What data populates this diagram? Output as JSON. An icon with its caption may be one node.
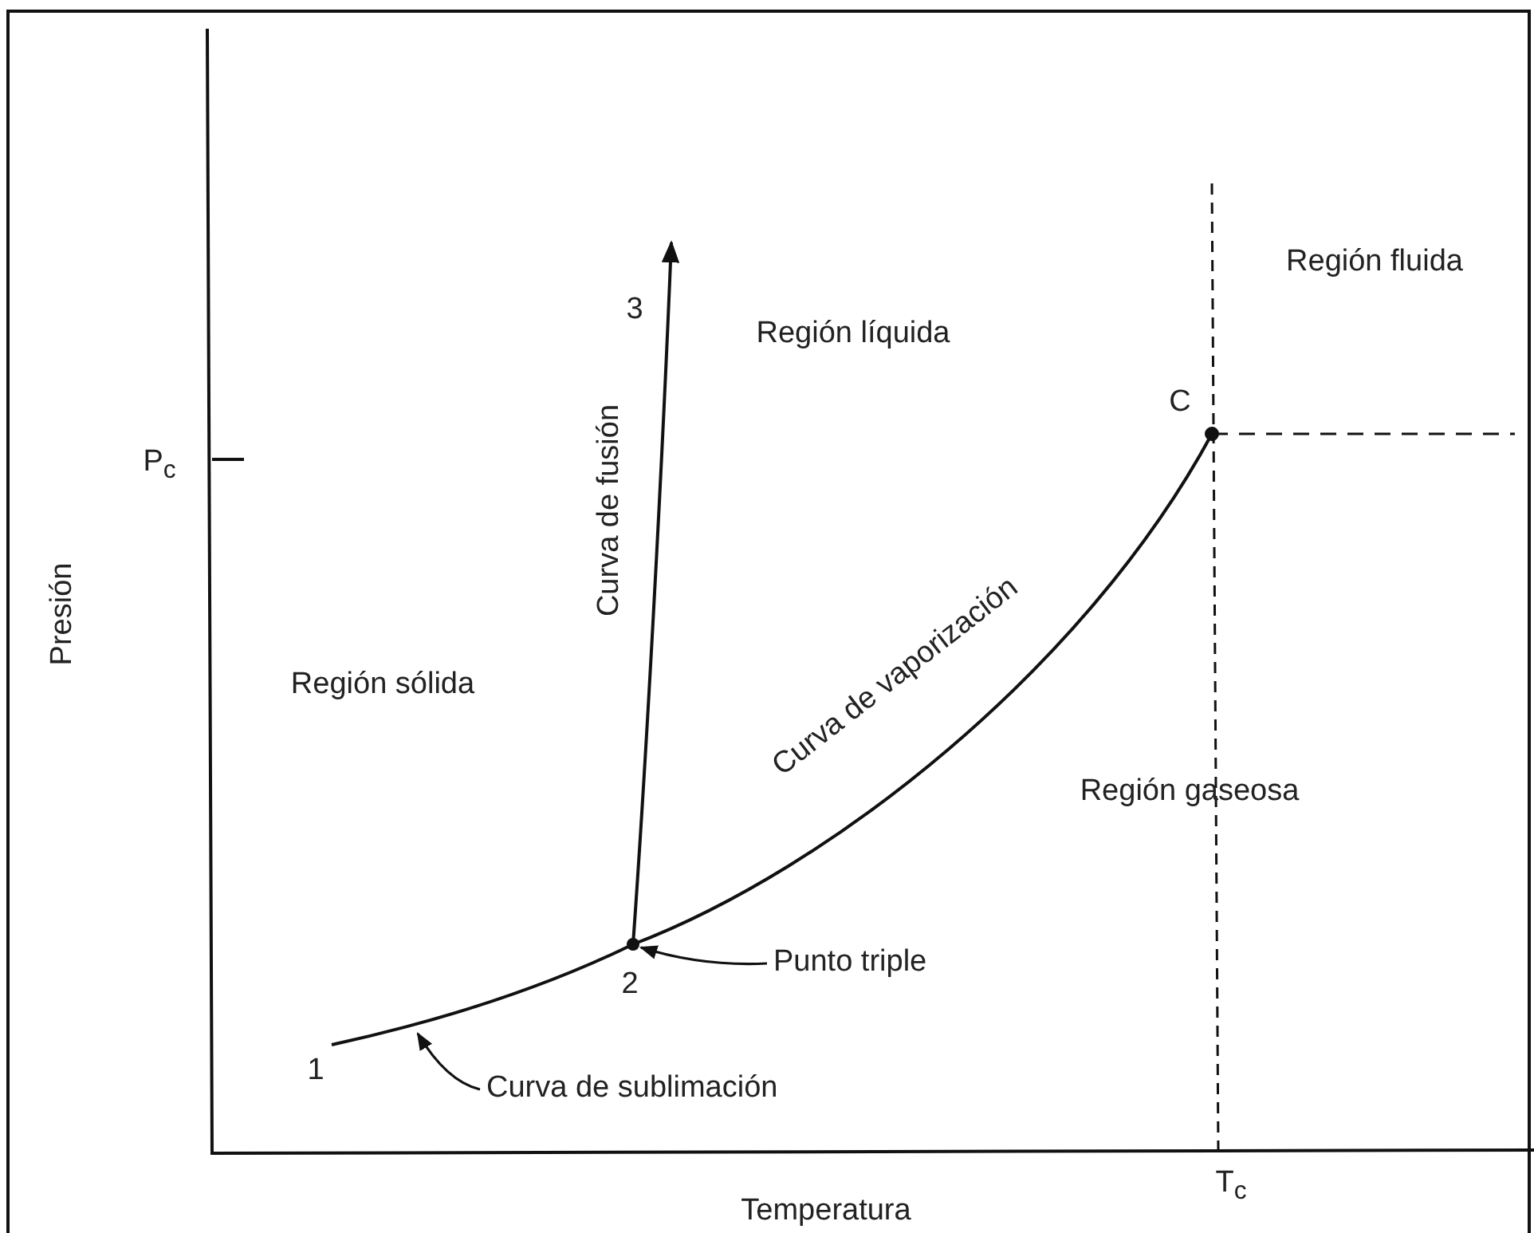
{
  "diagram": {
    "nodes": [
      {
        "text": [
          "Punto triple"
        ]
      },
      {
        "text": [
          "Curva de sublimación"
        ]
      },
      {
        "text": [],
        "shape": "circle",
        "beside": [
          "2"
        ]
      }
    ],
    "edges": [
      {
        "from": 0,
        "to": 2,
        "arrow": "to"
      },
      {
        "from": 1,
        "to": null,
        "arrow": "to"
      }
    ],
    "labels": [
      "3",
      "Región líquida",
      "Región fluida",
      "C",
      "P$_{c}$",
      "Presión",
      "Región sólida",
      "Curva de fusión",
      "Curva de vaporización",
      "Región gaseosa",
      "1",
      "Temperatura",
      "T$_{c}$"
    ]
  }
}
